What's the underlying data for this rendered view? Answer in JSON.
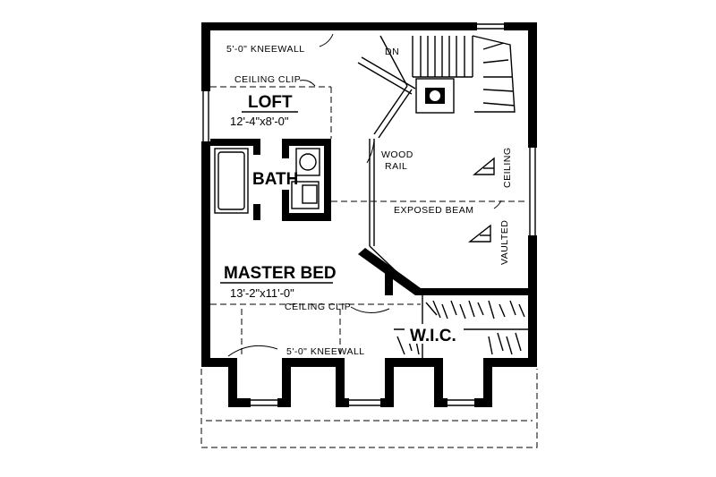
{
  "plan": {
    "rooms": {
      "loft": {
        "name": "LOFT",
        "size": "12'-4\"x8'-0\""
      },
      "bath": {
        "name": "BATH"
      },
      "master": {
        "name": "MASTER BED",
        "size": "13'-2\"x11'-0\""
      },
      "wic": {
        "name": "W.I.C."
      }
    },
    "notes": {
      "kneewall_top": "5'-0\" KNEEWALL",
      "ceiling_clip_top": "CEILING CLIP",
      "dn": "DN",
      "wood": "WOOD",
      "rail": "RAIL",
      "ceiling": "CEILING",
      "vaulted": "VAULTED",
      "exposed_beam": "EXPOSED BEAM",
      "ceiling_clip_bottom": "CEILING CLIP",
      "kneewall_bottom": "5'-0\" KNEEWALL"
    }
  }
}
